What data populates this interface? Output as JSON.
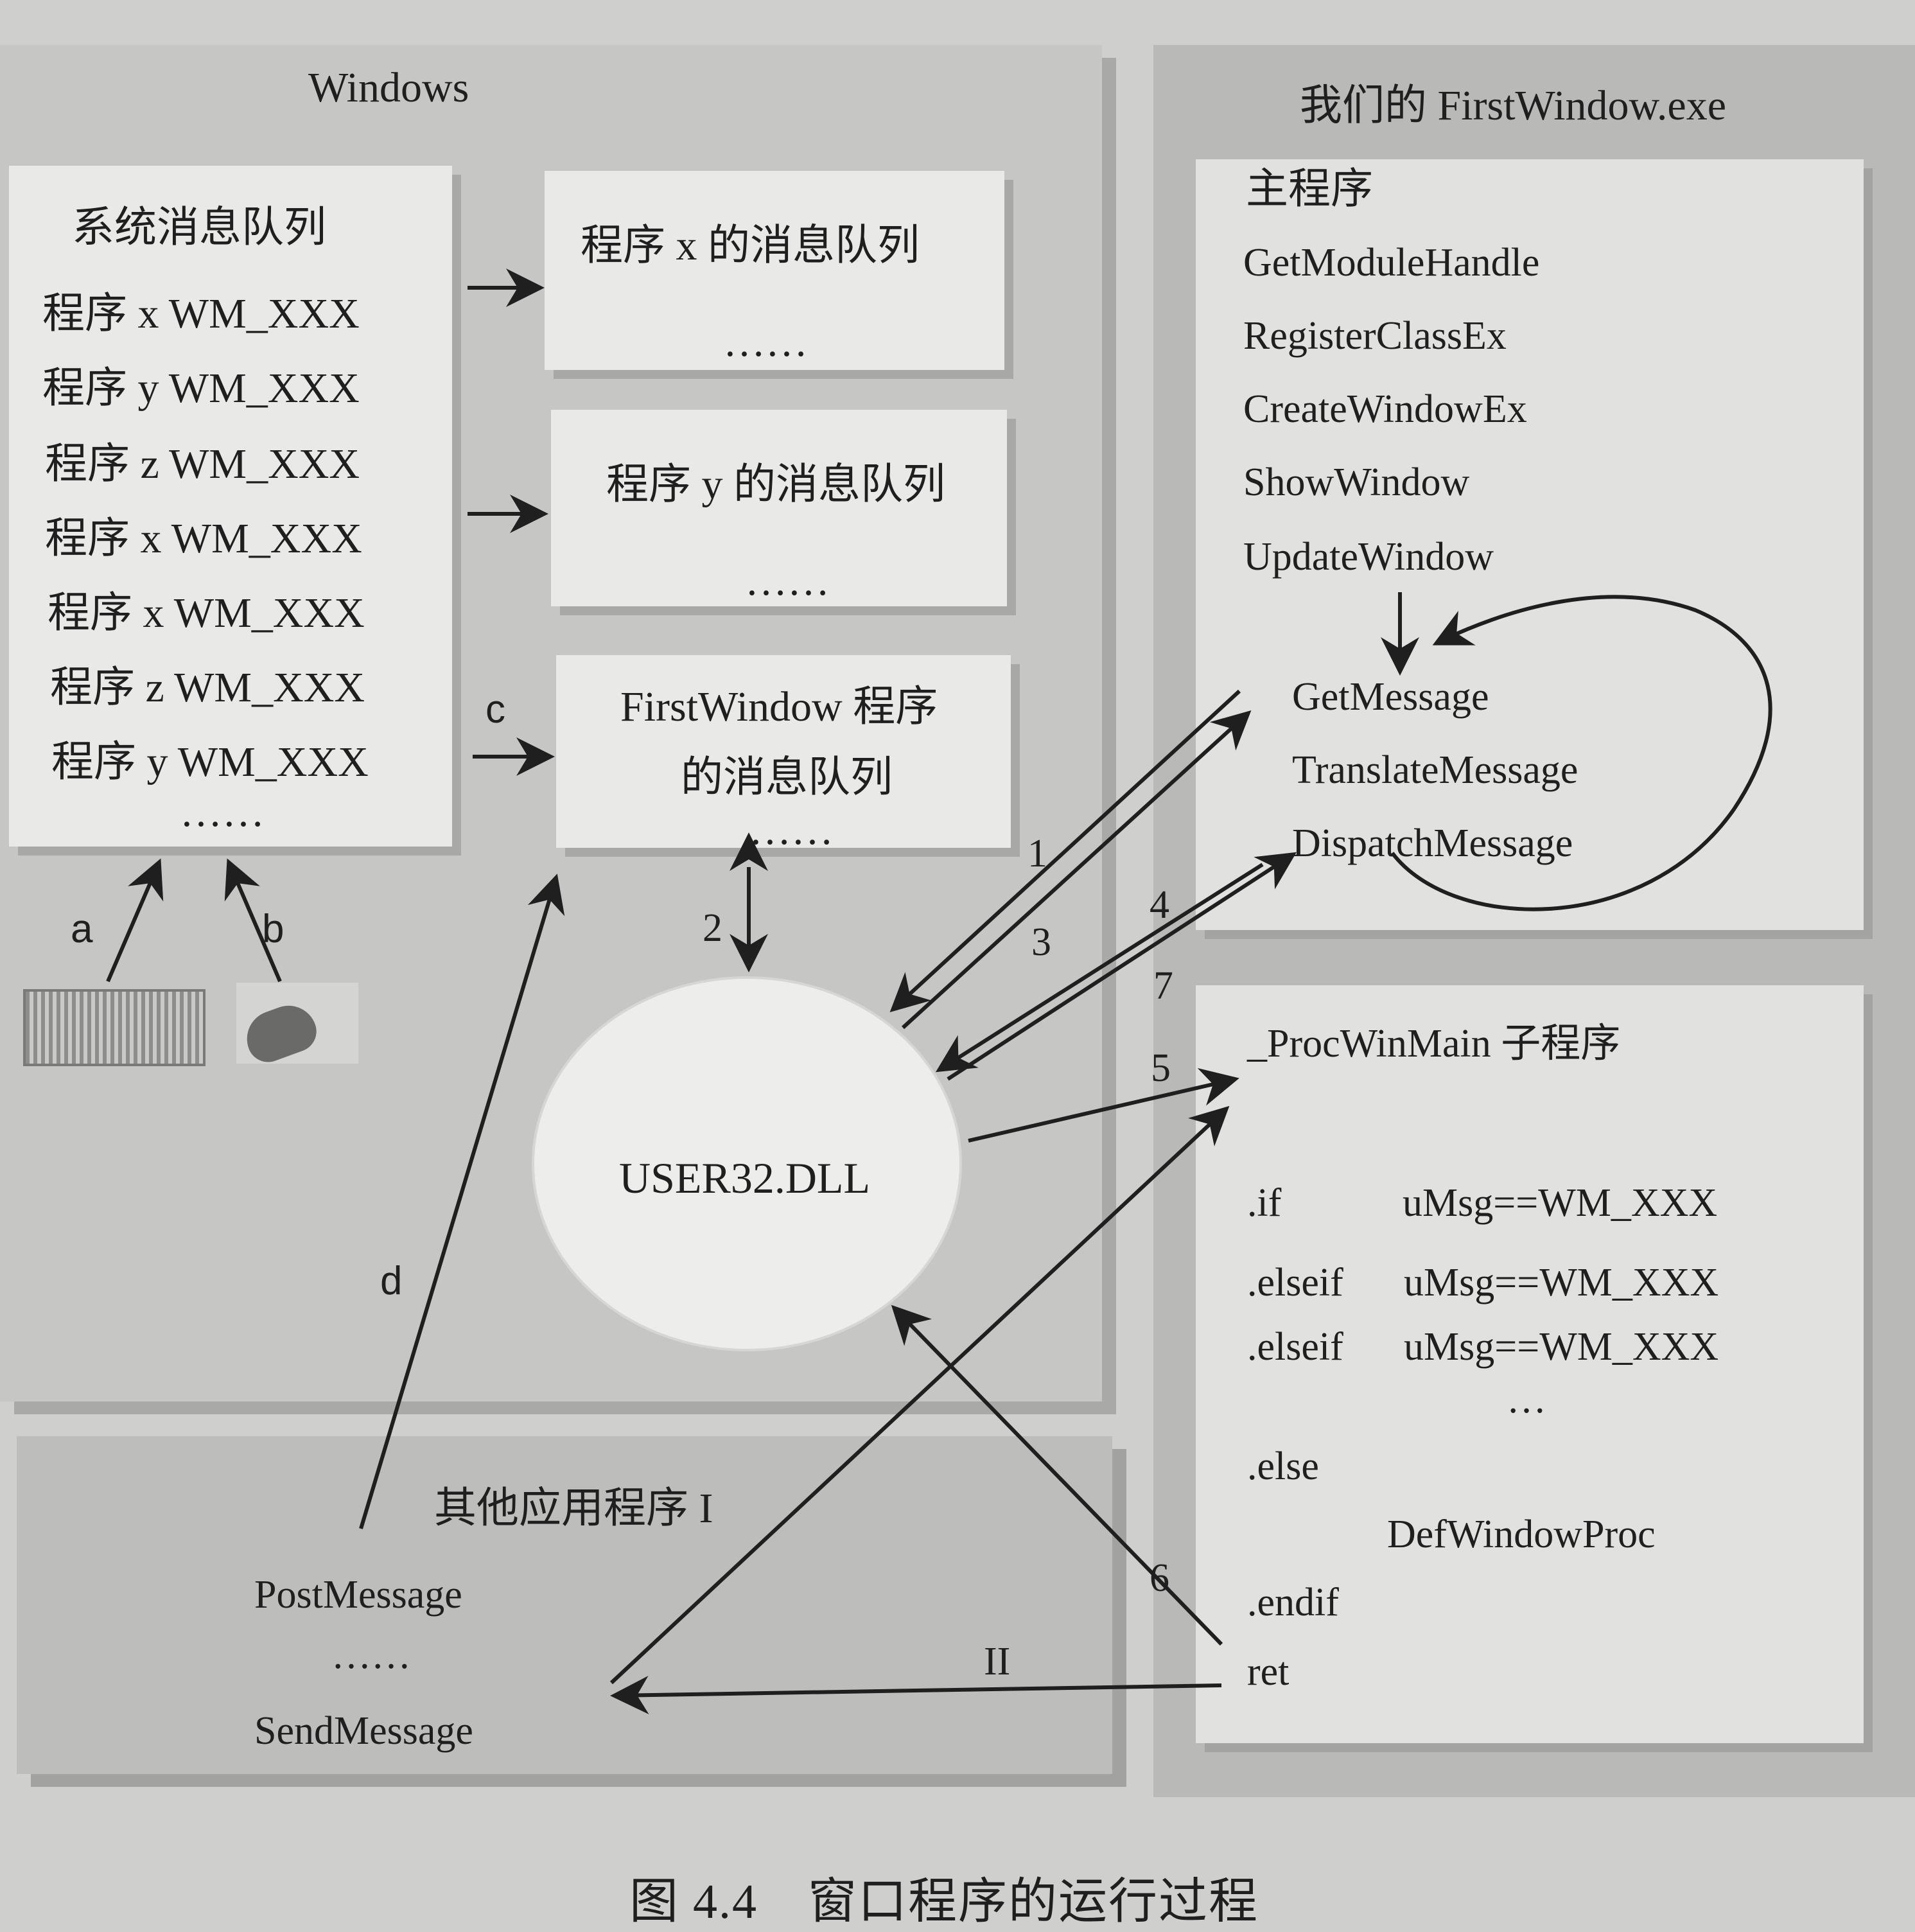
{
  "windows": {
    "title": "Windows",
    "system_queue": {
      "title": "系统消息队列",
      "items": [
        "程序 x WM_XXX",
        "程序 y WM_XXX",
        "程序 z WM_XXX",
        "程序 x WM_XXX",
        "程序 x WM_XXX",
        "程序 z WM_XXX",
        "程序 y WM_XXX"
      ],
      "ellipsis": "……"
    },
    "queue_x": {
      "line1": "程序 x 的消息队列",
      "ellipsis": "……"
    },
    "queue_y": {
      "line1": "程序 y 的消息队列",
      "ellipsis": "……"
    },
    "queue_fw": {
      "line1": "FirstWindow 程序",
      "line2": "的消息队列",
      "ellipsis": "……"
    },
    "dll": "USER32.DLL"
  },
  "labels": {
    "a": "a",
    "b": "b",
    "c": "c",
    "d": "d",
    "n1": "1",
    "n2": "2",
    "n3": "3",
    "n4": "4",
    "n5": "5",
    "n6": "6",
    "n7": "7",
    "II": "II"
  },
  "other_app": {
    "title": "其他应用程序 I",
    "post": "PostMessage",
    "ellipsis": "……",
    "send": "SendMessage"
  },
  "firstwindow": {
    "title": "我们的 FirstWindow.exe",
    "main": {
      "title": "主程序",
      "calls": [
        "GetModuleHandle",
        "RegisterClassEx",
        "CreateWindowEx",
        "ShowWindow",
        "UpdateWindow"
      ],
      "loop": [
        "GetMessage",
        "TranslateMessage",
        "DispatchMessage"
      ]
    },
    "proc": {
      "title": "_ProcWinMain 子程序",
      "if": ".if",
      "if_cond": "uMsg==WM_XXX",
      "elseif1": ".elseif",
      "elseif1_cond": "uMsg==WM_XXX",
      "elseif2": ".elseif",
      "elseif2_cond": "uMsg==WM_XXX",
      "ellipsis": "…",
      "else": ".else",
      "def": "DefWindowProc",
      "endif": ".endif",
      "ret": "ret"
    }
  },
  "caption": "图 4.4　窗口程序的运行过程"
}
